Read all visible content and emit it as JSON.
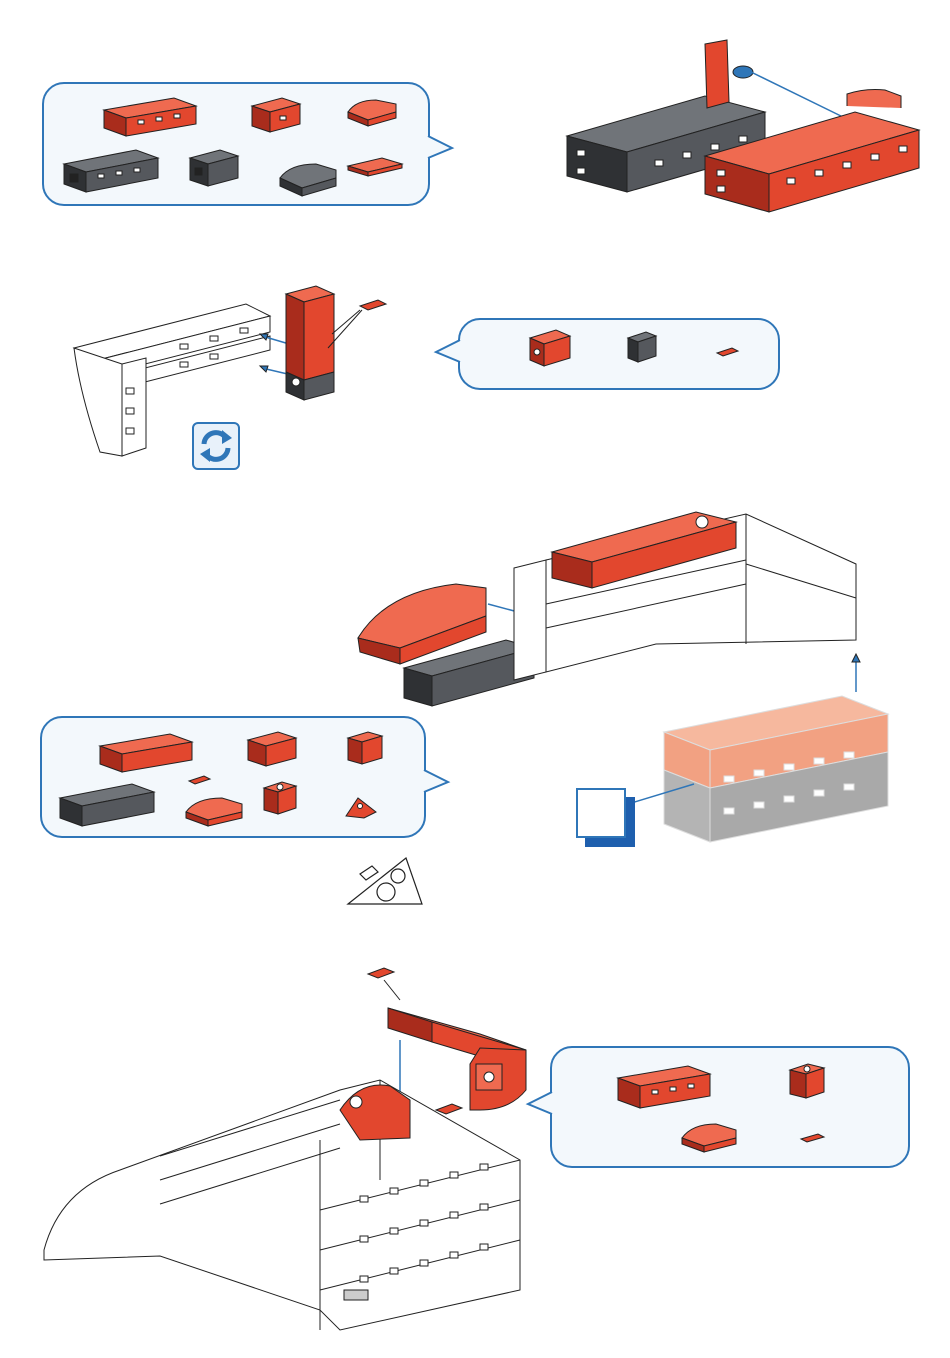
{
  "colors": {
    "red": "#e2472e",
    "red_dark": "#a92c1c",
    "gray": "#55585d",
    "gray_dark": "#2f3134",
    "white_part": "#ffffff",
    "outline": "#222222",
    "blue": "#2f76b8",
    "blue_dark": "#1e5fae",
    "orange_ghost": "#f2a182",
    "gray_ghost": "#a9a9a9"
  },
  "steps": [
    {
      "parts": [
        "red-building-block-30",
        "red-building-block-15",
        "red-curved-piece",
        "gray-building-block-30",
        "gray-building-block-15",
        "gray-curved-piece",
        "red-flat-plate"
      ]
    },
    {
      "parts": [
        "red-angle-block",
        "gray-small-block",
        "red-connector-pin"
      ],
      "icon": "rotate-icon"
    },
    {
      "parts": [
        "red-building-block-30",
        "red-building-block-15",
        "red-building-block-15-small",
        "gray-building-block-30",
        "red-connector-pin",
        "red-curved-piece",
        "red-square-hub",
        "red-angle-wedge"
      ],
      "icon": "cheese-wedge-icon"
    },
    {
      "parts": [
        "red-building-block-30",
        "red-square-hub",
        "red-curved-piece",
        "red-connector-pin"
      ]
    }
  ]
}
